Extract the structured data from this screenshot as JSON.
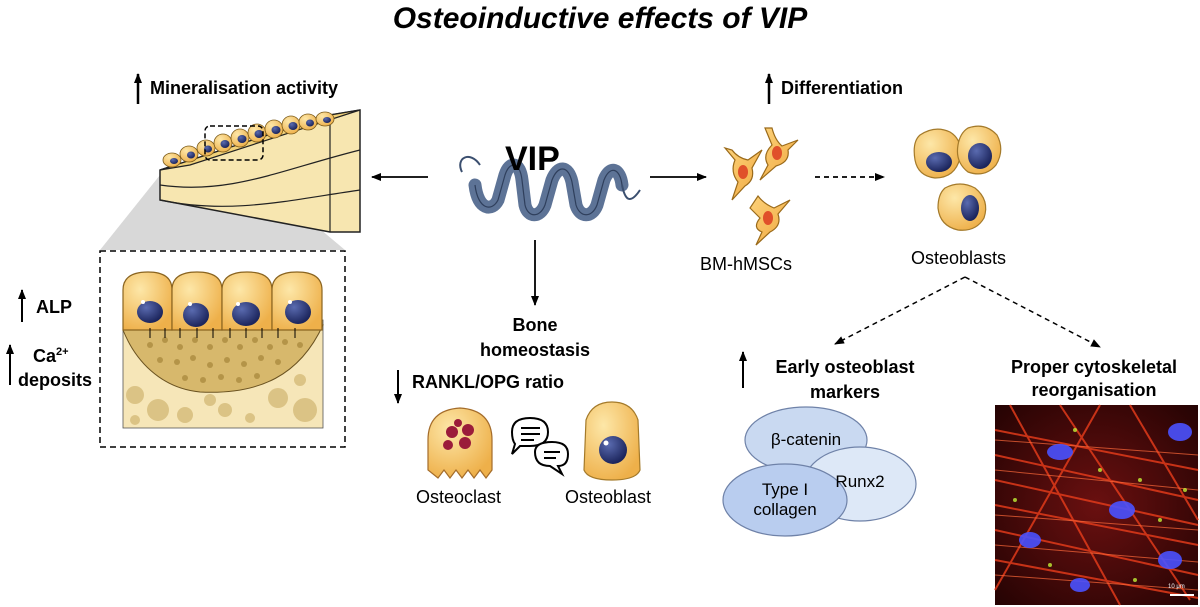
{
  "title": "Osteoinductive effects of VIP",
  "center": {
    "label": "VIP"
  },
  "left": {
    "mineralisation": "Mineralisation activity",
    "alp": "ALP",
    "ca": "Ca",
    "ca_sup": "2+",
    "deposits": "deposits"
  },
  "middle": {
    "bone_line1": "Bone",
    "bone_line2": "homeostasis",
    "rankl": "RANKL/OPG ratio",
    "osteoclast": "Osteoclast",
    "osteoblast": "Osteoblast"
  },
  "right": {
    "differentiation": "Differentiation",
    "bmhmscs": "BM-hMSCs",
    "osteoblasts": "Osteoblasts",
    "early_line1": "Early osteoblast",
    "early_line2": "markers",
    "proper_line1": "Proper cytoskeletal",
    "proper_line2": "reorganisation",
    "markers": {
      "beta_catenin": "β-catenin",
      "type1_line1": "Type I",
      "type1_line2": "collagen",
      "runx2": "Runx2"
    },
    "scale_bar": "10 μm"
  },
  "colors": {
    "cell_fill": "#f5c45e",
    "nucleus": "#2b3a7a",
    "helix": "#5d7396",
    "bone": "#f0dca0",
    "ellipse_light": "#dce6f5",
    "ellipse_mid": "#bcd0ee",
    "micrograph_bg": "#2a0505"
  }
}
